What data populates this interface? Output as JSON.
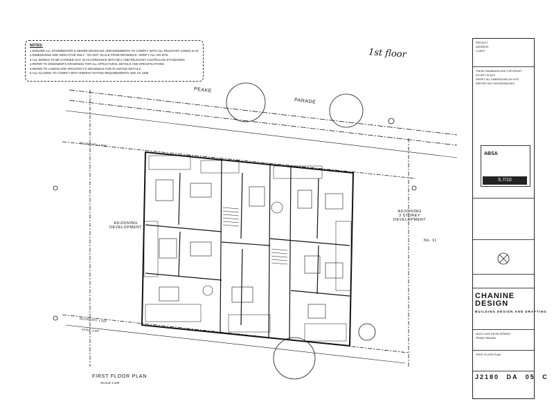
{
  "notes": {
    "title": "NOTES:",
    "lines": [
      "1.ENSURE ALL STORMWATER & SEWER DRAINAGE ARRANGEMENTS TO COMPLY WITH ALL RELEVANT CODES & STANDARDS",
      "2.DIMENSIONS ARE INDICATIVE ONLY - DO NOT SCALE FROM DRAWINGS, VERIFY ALL ON SITE",
      "3.ALL WORKS TO BE CARRIED OUT IN ACCORDANCE WITH BCA AND RELEVANT AUSTRALIAN STANDARDS",
      "4.REFER TO ENGINEER'S DRAWINGS FOR ALL STRUCTURAL DETAILS AND SPECIFICATIONS",
      "5.REFER TO LANDSCAPE ARCHITECT'S DRAWINGS FOR PLANTING DETAILS",
      "6.ALL GLAZING TO COMPLY WITH ENERGY RATING REQUIREMENTS AND AS 1288"
    ]
  },
  "handwritten": "1st floor",
  "street": {
    "name_left": "PEAKE",
    "name_right": "PARADE"
  },
  "labels": {
    "adjoining_left": "ADJOINING\nDEVELOPMENT",
    "adjoining_right": "ADJOINING\n3 STOREY\nDEVELOPMENT",
    "ref_right": "No. 11",
    "boundary_top": "BOUNDARY LINE",
    "boundary_bottom": "BOUNDARY LINE",
    "kerb": "KERB LINE",
    "plan_title": "FIRST FLOOR PLAN",
    "plan_scale": "SCALE 1:100"
  },
  "title_block": {
    "header_lines": [
      "PROJECT",
      "ADDRESS",
      "CLIENT"
    ],
    "notes_lines": [
      "THESE DRAWINGS ARE COPYRIGHT",
      "DO NOT SCALE",
      "VERIFY ALL DIMENSIONS ON SITE",
      "REPORT ANY DISCREPANCIES"
    ],
    "logo_text": "ABSA",
    "stamp_text": "5.7/10",
    "brand_line1": "CHANINE",
    "brand_line2": "DESIGN",
    "brand_sub": "BUILDING DESIGN AND DRAFTING",
    "project_lines": [
      "MULTI UNIT DEVELOPMENT",
      "PEAKE PARADE",
      "FIRST FLOOR PLAN"
    ],
    "job_no": "J2180",
    "sheet": "DA",
    "sheet_no": "05",
    "rev": "C"
  }
}
